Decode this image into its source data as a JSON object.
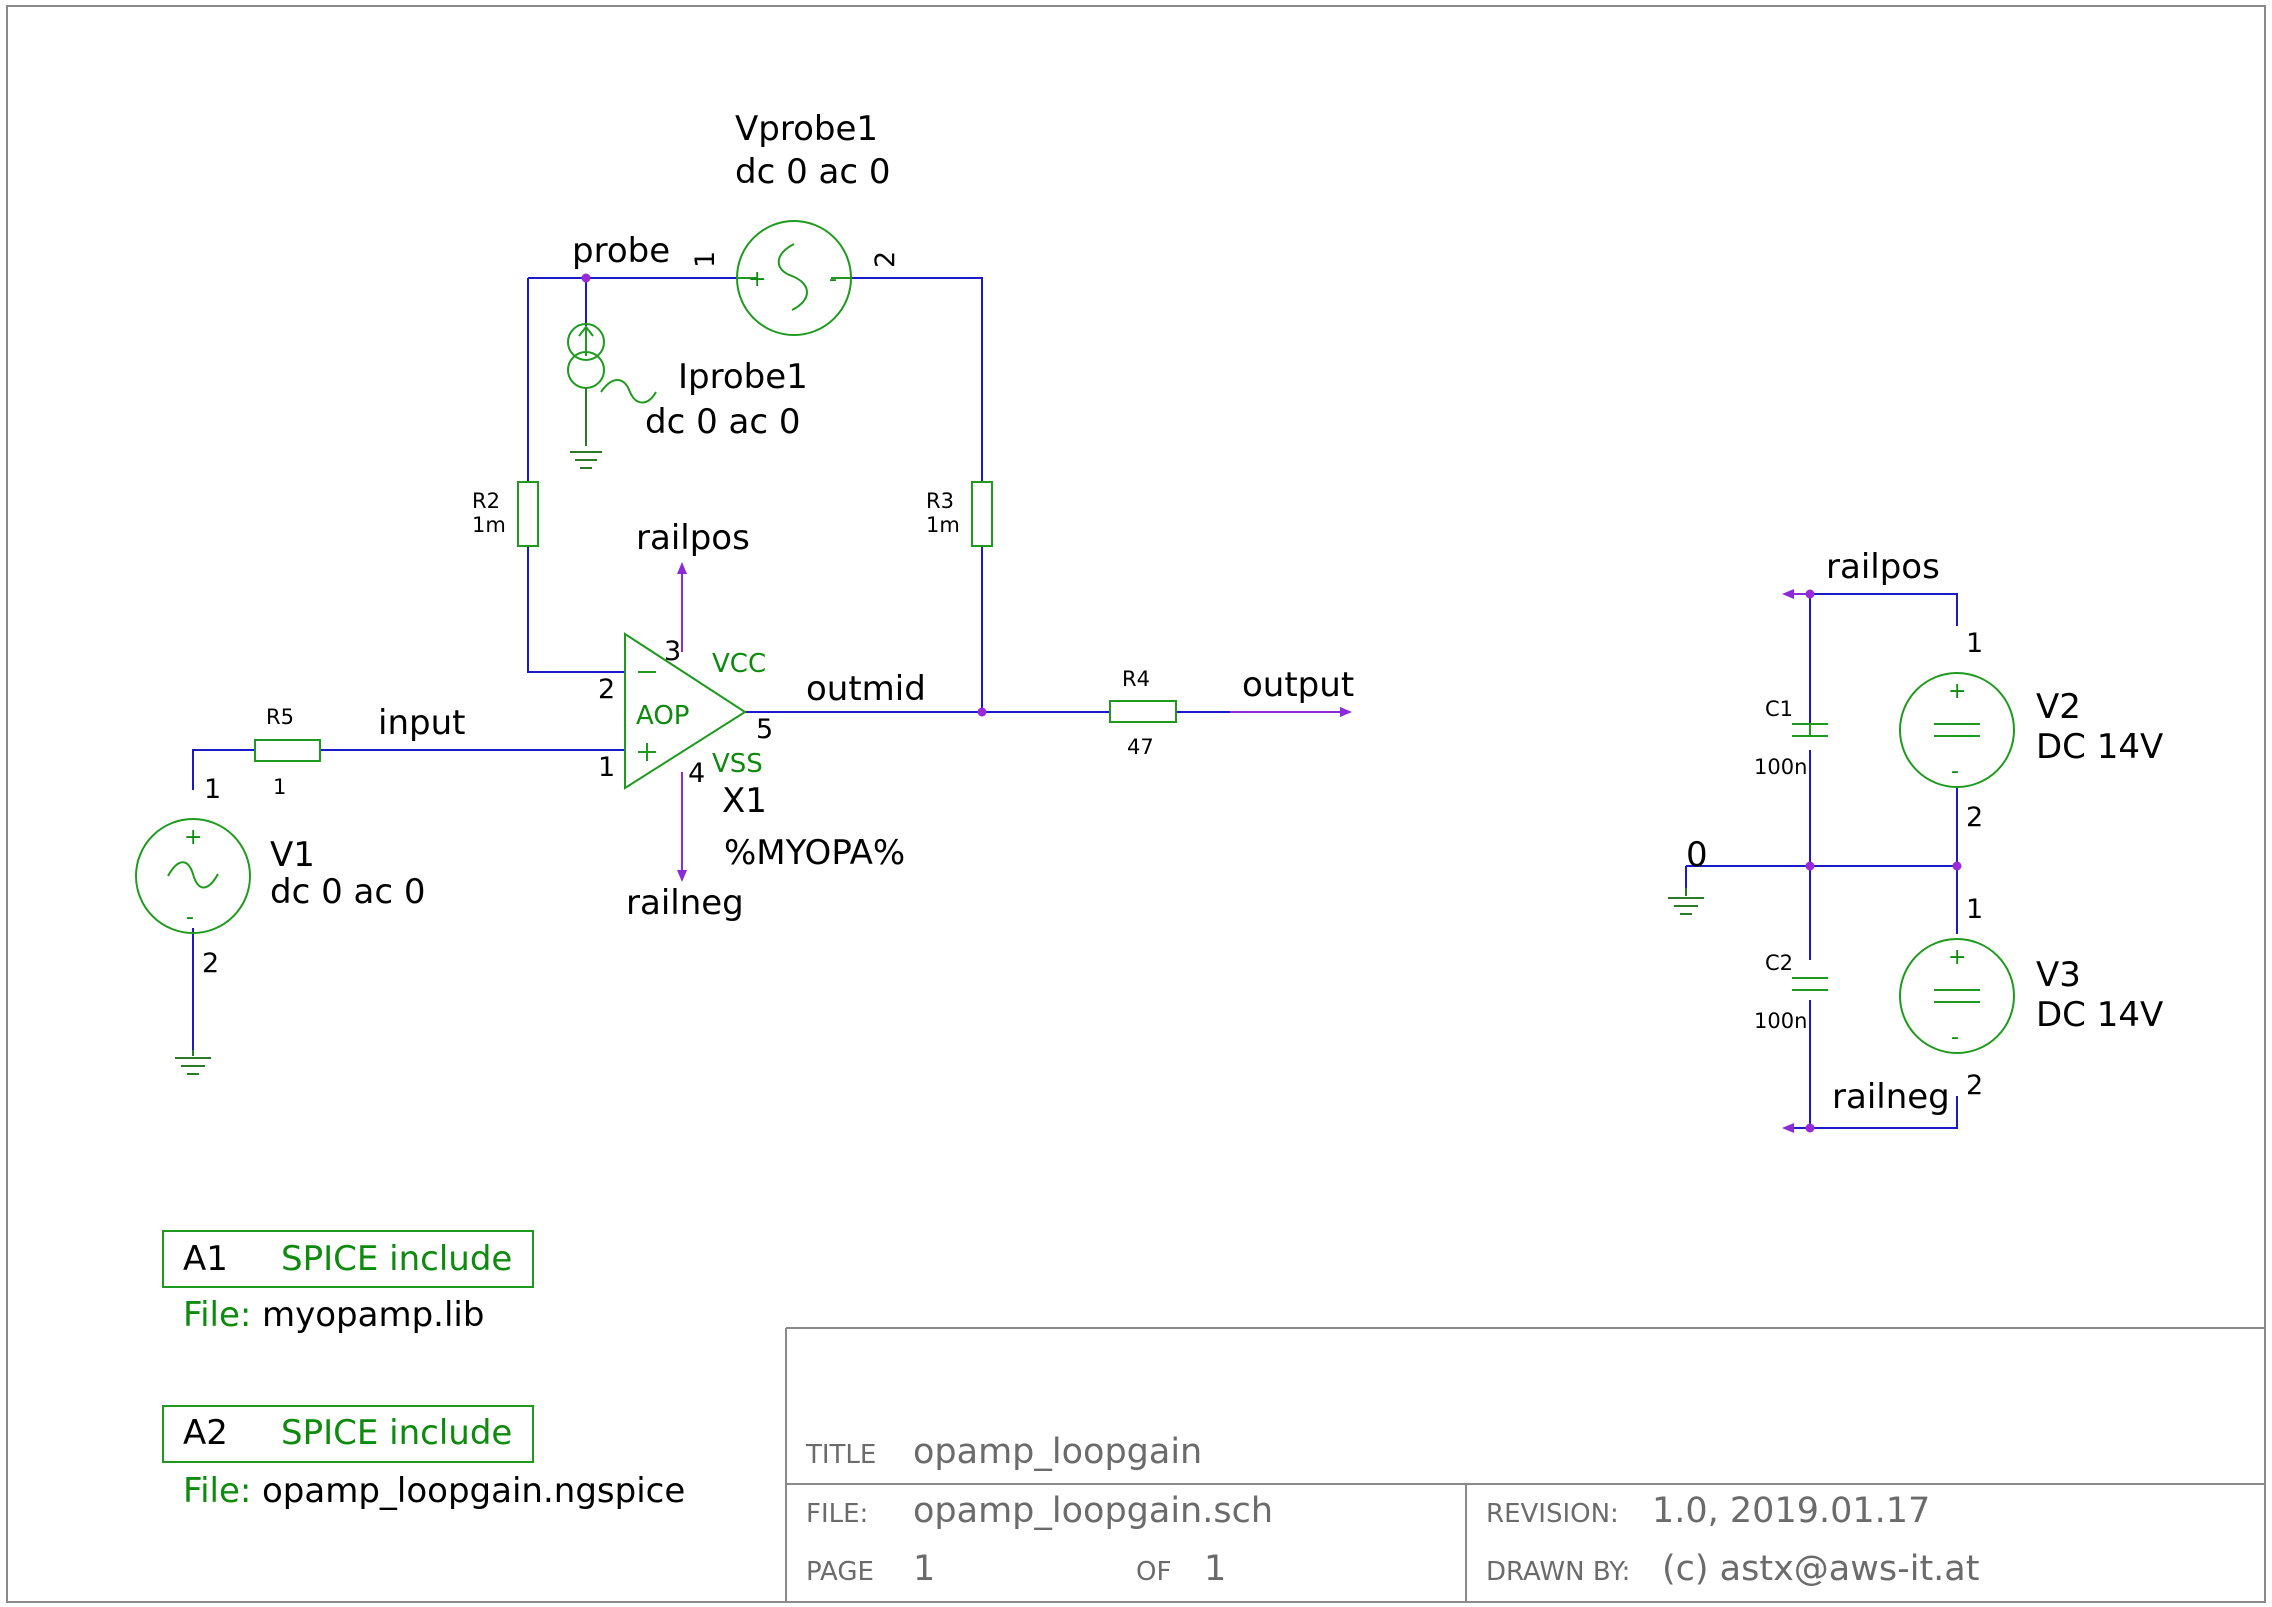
{
  "components": {
    "vprobe1": {
      "name": "Vprobe1",
      "value": "dc 0 ac 0",
      "pin1": "1",
      "pin2": "2"
    },
    "iprobe1": {
      "name": "Iprobe1",
      "value": "dc 0 ac 0"
    },
    "r2": {
      "name": "R2",
      "value": "1m"
    },
    "r3": {
      "name": "R3",
      "value": "1m"
    },
    "r4": {
      "name": "R4",
      "value": "47"
    },
    "r5": {
      "name": "R5",
      "value": "1"
    },
    "c1": {
      "name": "C1",
      "value": "100n"
    },
    "c2": {
      "name": "C2",
      "value": "100n"
    },
    "v1": {
      "name": "V1",
      "value": "dc 0 ac 0",
      "pin1": "1",
      "pin2": "2"
    },
    "v2": {
      "name": "V2",
      "value": "DC 14V",
      "pin1": "1",
      "pin2": "2"
    },
    "v3": {
      "name": "V3",
      "value": "DC 14V",
      "pin1": "1",
      "pin2": "2"
    },
    "x1": {
      "name": "X1",
      "model": "%MYOPA%",
      "body": "AOP",
      "vcc": "VCC",
      "vss": "VSS",
      "pin1": "1",
      "pin2": "2",
      "pin3": "3",
      "pin4": "4",
      "pin5": "5"
    }
  },
  "nets": {
    "probe": "probe",
    "input": "input",
    "outmid": "outmid",
    "output": "output",
    "railpos": "railpos",
    "railneg": "railneg",
    "gnd0": "0"
  },
  "includes": [
    {
      "ref": "A1",
      "type": "SPICE include",
      "file_label": "File:",
      "file": "myopamp.lib"
    },
    {
      "ref": "A2",
      "type": "SPICE include",
      "file_label": "File:",
      "file": "opamp_loopgain.ngspice"
    }
  ],
  "title_block": {
    "title_label": "TITLE",
    "title": "opamp_loopgain",
    "file_label": "FILE:",
    "file": "opamp_loopgain.sch",
    "revision_label": "REVISION:",
    "revision": "1.0, 2019.01.17",
    "page_label": "PAGE",
    "page": "1",
    "of_label": "OF",
    "of": "1",
    "drawn_by_label": "DRAWN BY:",
    "drawn_by": "(c) astx@aws-it.at"
  },
  "colors": {
    "wire": "#1a1acc",
    "symbol": "#1f9a1f",
    "junction": "#9a2ad8",
    "frame": "#8a8a8a"
  }
}
